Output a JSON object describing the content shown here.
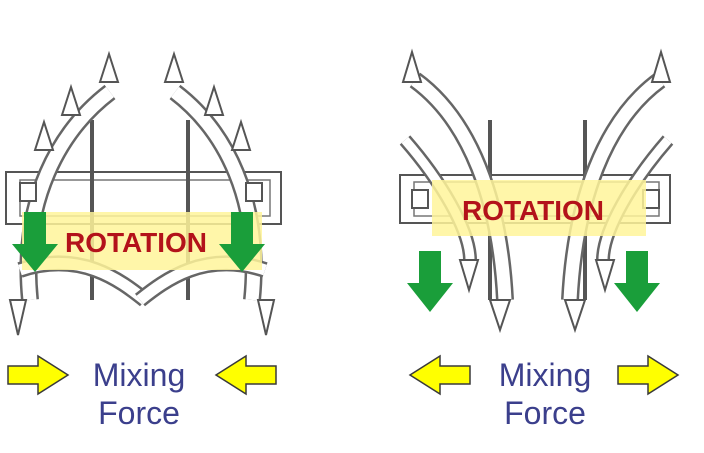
{
  "colors": {
    "highlight": "#fff59a",
    "rotation_text": "#b3121a",
    "down_arrow": "#1a9e3a",
    "side_arrow_fill": "#ffff00",
    "side_arrow_stroke": "#3a3a3a",
    "mixing_text": "#3b3f8c",
    "machine_line": "#555555"
  },
  "panels": [
    {
      "id": "left",
      "rotation_label": "ROTATION",
      "mixing_line1": "Mixing",
      "mixing_line2": "Force",
      "side_arrows": [
        "right",
        "left"
      ]
    },
    {
      "id": "right",
      "rotation_label": "ROTATION",
      "mixing_line1": "Mixing",
      "mixing_line2": "Force",
      "side_arrows": [
        "left",
        "right"
      ]
    }
  ]
}
